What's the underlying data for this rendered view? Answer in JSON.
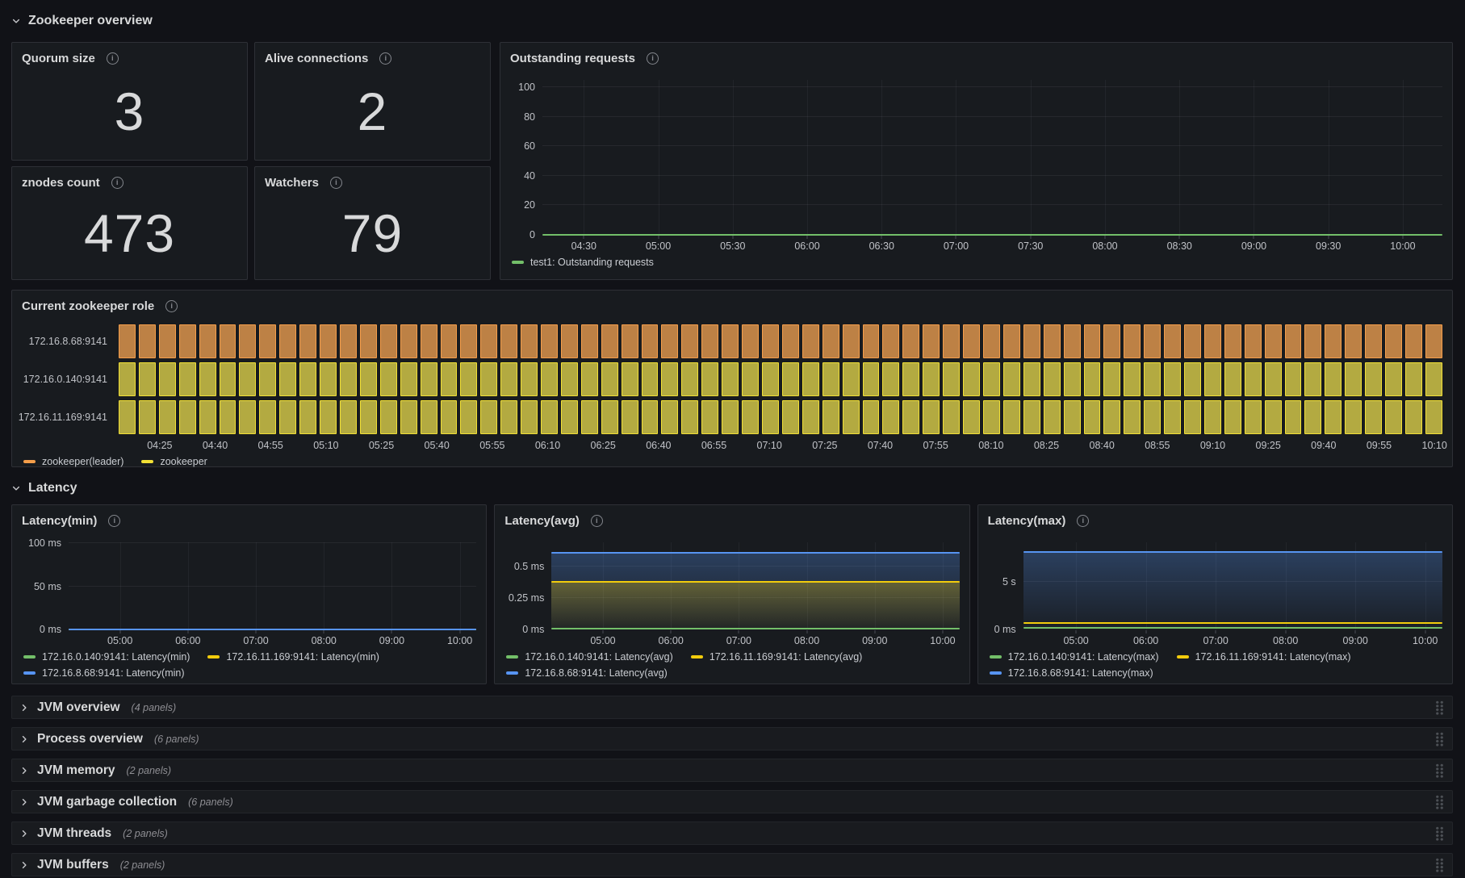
{
  "sections": {
    "overview": {
      "title": "Zookeeper overview"
    },
    "latency": {
      "title": "Latency"
    }
  },
  "stat_panels": [
    {
      "title": "Quorum size",
      "value": "3"
    },
    {
      "title": "Alive connections",
      "value": "2"
    },
    {
      "title": "znodes count",
      "value": "473"
    },
    {
      "title": "Watchers",
      "value": "79"
    }
  ],
  "palette": {
    "green": "#73BF69",
    "yellow": "#F2CC0C",
    "blue": "#5794F2",
    "orange": "#FF9830"
  },
  "chart_data": {
    "outstanding_requests": {
      "type": "line",
      "title": "Outstanding requests",
      "ymax": 105,
      "y_ticks": [
        {
          "label": "0",
          "v": 0
        },
        {
          "label": "20",
          "v": 20
        },
        {
          "label": "40",
          "v": 40
        },
        {
          "label": "60",
          "v": 60
        },
        {
          "label": "80",
          "v": 80
        },
        {
          "label": "100",
          "v": 100
        }
      ],
      "x_ticks": [
        "04:30",
        "05:00",
        "05:30",
        "06:00",
        "06:30",
        "07:00",
        "07:30",
        "08:00",
        "08:30",
        "09:00",
        "09:30",
        "10:00"
      ],
      "series": [
        {
          "name": "test1: Outstanding requests",
          "color": "#73BF69",
          "value": 0,
          "fill": false
        }
      ],
      "legend": [
        {
          "label": "test1: Outstanding requests",
          "color": "#73BF69"
        }
      ]
    },
    "current_zookeeper_role": {
      "type": "state-timeline",
      "title": "Current zookeeper role",
      "segments": 66,
      "rows": [
        {
          "host": "172.16.8.68:9141",
          "state": "zookeeper(leader)"
        },
        {
          "host": "172.16.0.140:9141",
          "state": "zookeeper"
        },
        {
          "host": "172.16.11.169:9141",
          "state": "zookeeper"
        }
      ],
      "states": {
        "zookeeper(leader)": {
          "fill": "#bd8145",
          "border": "#f59e4a"
        },
        "zookeeper": {
          "fill": "#b3aa41",
          "border": "#f2e035"
        }
      },
      "x_ticks": [
        "04:25",
        "04:40",
        "04:55",
        "05:10",
        "05:25",
        "05:40",
        "05:55",
        "06:10",
        "06:25",
        "06:40",
        "06:55",
        "07:10",
        "07:25",
        "07:40",
        "07:55",
        "08:10",
        "08:25",
        "08:40",
        "08:55",
        "09:10",
        "09:25",
        "09:40",
        "09:55",
        "10:10"
      ],
      "legend": [
        {
          "label": "zookeeper(leader)",
          "color": "#f59e4a"
        },
        {
          "label": "zookeeper",
          "color": "#f2e035"
        }
      ]
    },
    "latency_min": {
      "type": "line",
      "title": "Latency(min)",
      "ymax": 101,
      "y_ticks": [
        {
          "label": "0 ms",
          "v": 0
        },
        {
          "label": "50 ms",
          "v": 50
        },
        {
          "label": "100 ms",
          "v": 100
        }
      ],
      "x_ticks": [
        "05:00",
        "06:00",
        "07:00",
        "08:00",
        "09:00",
        "10:00"
      ],
      "series": [
        {
          "name": "172.16.0.140:9141: Latency(min)",
          "color": "#73BF69",
          "value": 0,
          "fill": false
        },
        {
          "name": "172.16.11.169:9141: Latency(min)",
          "color": "#F2CC0C",
          "value": 0,
          "fill": false
        },
        {
          "name": "172.16.8.68:9141: Latency(min)",
          "color": "#5794F2",
          "value": 0,
          "fill": false
        }
      ],
      "legend": [
        {
          "label": "172.16.0.140:9141: Latency(min)",
          "color": "#73BF69"
        },
        {
          "label": "172.16.11.169:9141: Latency(min)",
          "color": "#F2CC0C"
        },
        {
          "label": "172.16.8.68:9141: Latency(min)",
          "color": "#5794F2"
        }
      ]
    },
    "latency_avg": {
      "type": "line",
      "title": "Latency(avg)",
      "ymax": 0.69,
      "y_ticks": [
        {
          "label": "0 ms",
          "v": 0
        },
        {
          "label": "0.25 ms",
          "v": 0.25
        },
        {
          "label": "0.5 ms",
          "v": 0.5
        }
      ],
      "x_ticks": [
        "05:00",
        "06:00",
        "07:00",
        "08:00",
        "09:00",
        "10:00"
      ],
      "series": [
        {
          "name": "172.16.0.140:9141: Latency(avg)",
          "color": "#73BF69",
          "value": 0.004,
          "fill": false
        },
        {
          "name": "172.16.11.169:9141: Latency(avg)",
          "color": "#F2CC0C",
          "value": 0.38,
          "fill": true
        },
        {
          "name": "172.16.8.68:9141: Latency(avg)",
          "color": "#5794F2",
          "value": 0.61,
          "fill": true
        }
      ],
      "legend": [
        {
          "label": "172.16.0.140:9141: Latency(avg)",
          "color": "#73BF69"
        },
        {
          "label": "172.16.11.169:9141: Latency(avg)",
          "color": "#F2CC0C"
        },
        {
          "label": "172.16.8.68:9141: Latency(avg)",
          "color": "#5794F2"
        }
      ]
    },
    "latency_max": {
      "type": "line",
      "title": "Latency(max)",
      "ymax": 9.1,
      "y_ticks": [
        {
          "label": "0 ms",
          "v": 0
        },
        {
          "label": "5 s",
          "v": 5
        }
      ],
      "x_ticks": [
        "05:00",
        "06:00",
        "07:00",
        "08:00",
        "09:00",
        "10:00"
      ],
      "series": [
        {
          "name": "172.16.0.140:9141: Latency(max)",
          "color": "#73BF69",
          "value": 0.18,
          "fill": false
        },
        {
          "name": "172.16.11.169:9141: Latency(max)",
          "color": "#F2CC0C",
          "value": 0.68,
          "fill": false
        },
        {
          "name": "172.16.8.68:9141: Latency(max)",
          "color": "#5794F2",
          "value": 8.05,
          "fill": true
        }
      ],
      "legend": [
        {
          "label": "172.16.0.140:9141: Latency(max)",
          "color": "#73BF69"
        },
        {
          "label": "172.16.11.169:9141: Latency(max)",
          "color": "#F2CC0C"
        },
        {
          "label": "172.16.8.68:9141: Latency(max)",
          "color": "#5794F2"
        }
      ]
    }
  },
  "collapsed_rows": [
    {
      "title": "JVM overview",
      "count": "(4 panels)"
    },
    {
      "title": "Process overview",
      "count": "(6 panels)"
    },
    {
      "title": "JVM memory",
      "count": "(2 panels)"
    },
    {
      "title": "JVM garbage collection",
      "count": "(6 panels)"
    },
    {
      "title": "JVM threads",
      "count": "(2 panels)"
    },
    {
      "title": "JVM buffers",
      "count": "(2 panels)"
    }
  ]
}
